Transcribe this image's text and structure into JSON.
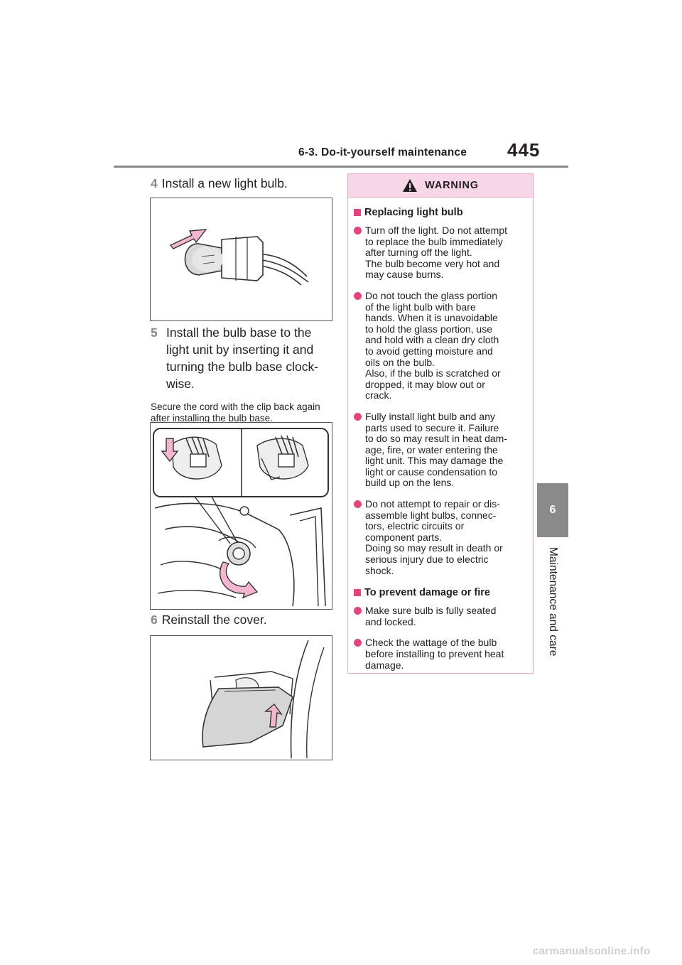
{
  "header": {
    "section_title": "6-3. Do-it-yourself maintenance",
    "page_number": "445"
  },
  "side_tab": {
    "chapter_number": "6",
    "chapter_label": "Maintenance and care"
  },
  "steps": [
    {
      "number": "4",
      "text": "Install a new light bulb."
    },
    {
      "number": "5",
      "text": "Install the bulb base to the light unit by inserting it and turning the bulb base clock-wise."
    },
    {
      "number": "6",
      "text": "Reinstall the cover."
    }
  ],
  "note": "Secure the cord with the clip back again after installing the bulb base.",
  "warning": {
    "label": "WARNING",
    "sections": [
      {
        "heading": "Replacing light bulb",
        "items": [
          "Turn off the light. Do not attempt\nto replace the bulb immediately\nafter turning off the light.\nThe bulb become very hot and\nmay cause burns.",
          "Do not touch the glass portion\nof the light bulb with bare\nhands. When it is unavoidable\nto hold the glass portion, use\nand hold with a clean dry cloth\nto avoid getting moisture and\noils on the bulb.\nAlso, if the bulb is scratched or\ndropped, it may blow out or\ncrack.",
          "Fully install light bulb and any\nparts used to secure it. Failure\nto do so may result in heat dam-\nage, fire, or water entering the\nlight unit. This may damage the\nlight or cause condensation to\nbuild up on the lens.",
          "Do not attempt to repair or dis-\nassemble light bulbs, connec-\ntors, electric circuits or\ncomponent parts.\nDoing so may result in death or\nserious injury due to electric\nshock."
        ]
      },
      {
        "heading": "To prevent damage or fire",
        "items": [
          "Make sure bulb is fully seated\nand locked.",
          "Check the wattage of the bulb\nbefore installing to prevent heat\ndamage."
        ]
      }
    ]
  },
  "footer": {
    "watermark": "carmanualsonline.info"
  },
  "colors": {
    "accent": "#e2447f",
    "warning_bg": "#f7d6e8",
    "arrow_pink": "#f4b6cf",
    "tab_gray": "#8a8a8a"
  }
}
